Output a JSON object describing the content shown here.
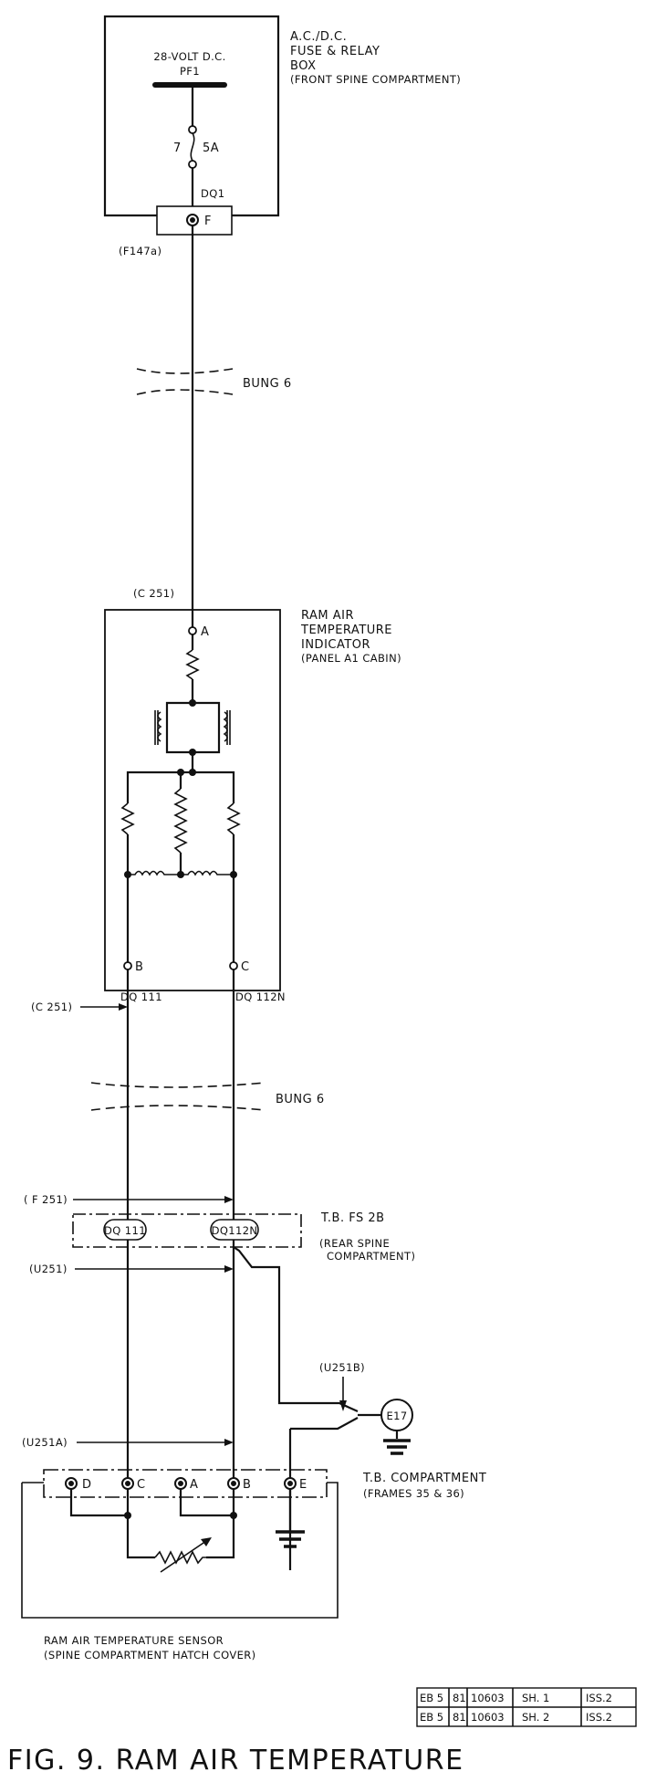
{
  "fuse_box": {
    "title_lines": [
      "A.C./D.C.",
      "FUSE & RELAY",
      "BOX"
    ],
    "location": "(FRONT SPINE COMPARTMENT)",
    "supply": "28-VOLT D.C.",
    "busbar": "PF1",
    "fuse_number": "7",
    "fuse_rating": "5A",
    "wire": "DQ1",
    "pin": "F",
    "connector": "(F147a)"
  },
  "bung_top": "BUNG 6",
  "indicator": {
    "connector": "(C 251)",
    "title_lines": [
      "RAM AIR",
      "TEMPERATURE",
      "INDICATOR"
    ],
    "location": "(PANEL A1 CABIN)",
    "pin_a": "A",
    "pin_b": "B",
    "pin_c": "C"
  },
  "wires_below": {
    "connector": "(C 251)",
    "wire_left": "DQ 111",
    "wire_right": "DQ 112N"
  },
  "bung_mid": "BUNG 6",
  "terminal_block": {
    "connector": "( F 251)",
    "title": "T.B. FS 2B",
    "location_lines": [
      "(REAR SPINE",
      "COMPARTMENT)"
    ],
    "term_left": "DQ 111",
    "term_right": "DQ112N"
  },
  "u251": "(U251)",
  "u251b": "(U251B)",
  "earth": {
    "label": "E17",
    "title": "T.B. COMPARTMENT",
    "frames": "(FRAMES 35 & 36)"
  },
  "sensor": {
    "connector": "(U251A)",
    "pins": [
      "D",
      "C",
      "A",
      "B",
      "E"
    ],
    "title": "RAM AIR TEMPERATURE SENSOR",
    "location": "(SPINE COMPARTMENT HATCH COVER)"
  },
  "ref_table": [
    [
      "EB 5",
      "81",
      "10603",
      "SH. 1",
      "ISS.2"
    ],
    [
      "EB 5",
      "81",
      "10603",
      "SH. 2",
      "ISS.2"
    ]
  ],
  "figure_title": "FIG. 9. RAM AIR TEMPERATURE"
}
